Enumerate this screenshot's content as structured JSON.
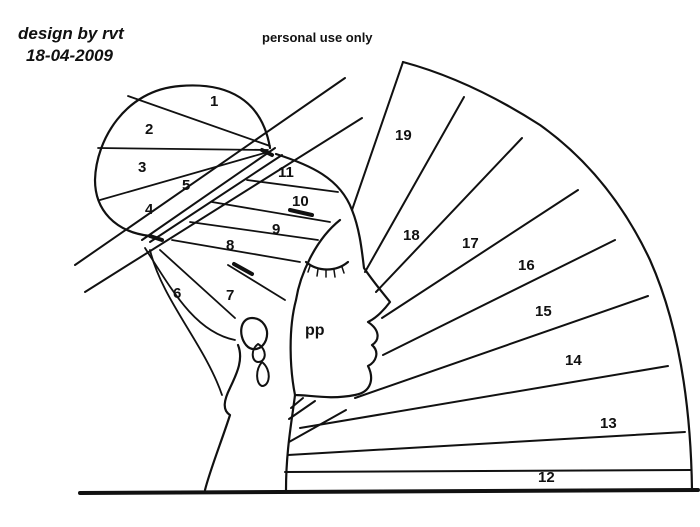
{
  "header": {
    "designer": "design by rvt",
    "date": "18-04-2009",
    "usage_note": "personal use only"
  },
  "labels": {
    "s1": "1",
    "s2": "2",
    "s3": "3",
    "s4": "4",
    "s5": "5",
    "s6": "6",
    "s7": "7",
    "s8": "8",
    "s9": "9",
    "s10": "10",
    "s11": "11",
    "s12": "12",
    "s13": "13",
    "s14": "14",
    "s15": "15",
    "s16": "16",
    "s17": "17",
    "s18": "18",
    "s19": "19",
    "pp": "pp"
  },
  "colors": {
    "ink": "#111111",
    "paper": "#ffffff"
  }
}
